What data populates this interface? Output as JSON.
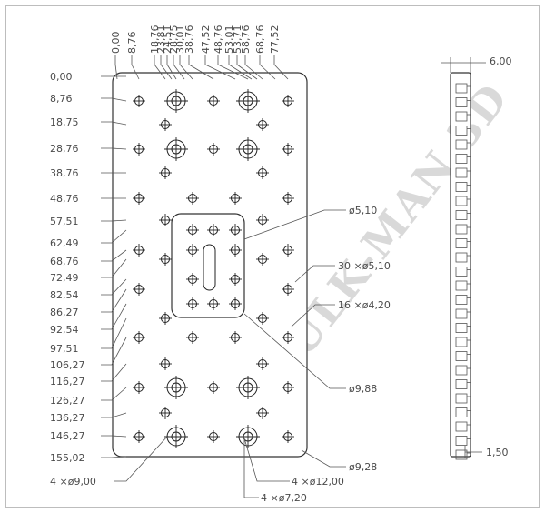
{
  "watermark": "BULK-MAN 3D",
  "top_dims": [
    "0,00",
    "8,76",
    "18,76",
    "23,81",
    "24,51",
    "28,75",
    "30,01",
    "38,76",
    "47,52",
    "48,76",
    "53,01",
    "53,71",
    "58,76",
    "68,76",
    "77,52"
  ],
  "left_dims": [
    "0,00",
    "8,76",
    "18,75",
    "28,76",
    "38,76",
    "48,76",
    "57,51",
    "62,49",
    "68,76",
    "72,49",
    "82,54",
    "86,27",
    "92,54",
    "97,51",
    "106,27",
    "116,27",
    "126,27",
    "136,27",
    "146,27",
    "155,02"
  ],
  "callouts": {
    "slot": "ø5,10",
    "holes_30": "30 ×ø5,10",
    "holes_16": "16 ×ø4,20",
    "slot_frame": "ø9,88",
    "corner": "ø9,28",
    "bottom_left": "4 ×ø9,00",
    "bottom_mid_1": "4 ×ø12,00",
    "bottom_mid_2": "4 ×ø7,20"
  },
  "side_view": {
    "thickness": "6,00",
    "bottom": "1,50"
  }
}
